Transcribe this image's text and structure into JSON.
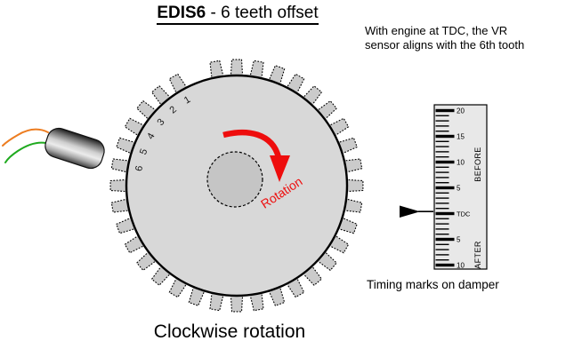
{
  "title": {
    "product": "EDIS6",
    "suffix": " - 6 teeth offset"
  },
  "notes": {
    "tdc_note_line1": "With engine at TDC, the VR",
    "tdc_note_line2": "sensor aligns with the 6th tooth",
    "scale_caption": "Timing marks on damper",
    "rotation_caption": "Clockwise rotation",
    "rotation_arrow_label": "Rotation"
  },
  "wheel": {
    "total_positions": 36,
    "tooth_spacing_deg": 10,
    "missing_tooth_angle_deg": 340,
    "numbered_teeth": [
      {
        "label": "1",
        "angle_deg": 330
      },
      {
        "label": "2",
        "angle_deg": 320
      },
      {
        "label": "3",
        "angle_deg": 310
      },
      {
        "label": "4",
        "angle_deg": 300
      },
      {
        "label": "5",
        "angle_deg": 290
      },
      {
        "label": "6",
        "angle_deg": 280
      }
    ]
  },
  "timing_scale": {
    "major_tick_labels": [
      "20",
      "15",
      "10",
      "5",
      "TDC",
      "5",
      "10"
    ],
    "minor_ticks_between_major": 4,
    "before_label": "BEFORE",
    "after_label": "AFTER"
  },
  "colors": {
    "rotation_red": "#ee0d0d",
    "wire_orange": "#ed7d21",
    "wire_green": "#1faa1f",
    "disc_gray": "#d8d8d8",
    "tooth_gray": "#cbcbcb",
    "hub_gray": "#c5c5c5",
    "scale_bg": "#e8e8e8",
    "ink": "#000000"
  }
}
